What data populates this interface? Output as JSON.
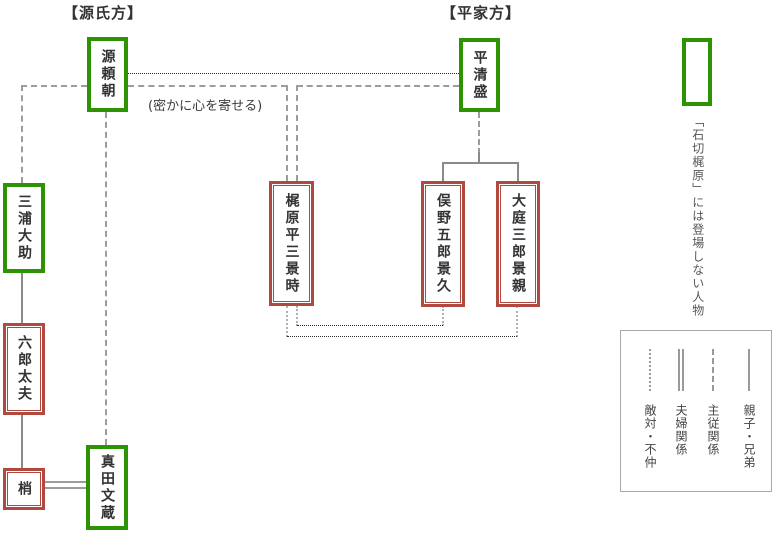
{
  "headings": {
    "genji": "【源氏方】",
    "heike": "【平家方】"
  },
  "people": {
    "yoritomo": {
      "name": "源頼朝",
      "side": "源氏方",
      "box_style": "green"
    },
    "kiyomori": {
      "name": "平清盛",
      "side": "平家方",
      "box_style": "green"
    },
    "kajiwara": {
      "name": "梶原平三景時",
      "side": "平家方",
      "box_style": "red"
    },
    "matano": {
      "name": "俣野五郎景久",
      "side": "平家方",
      "box_style": "red"
    },
    "oba": {
      "name": "大庭三郎景親",
      "side": "平家方",
      "box_style": "red"
    },
    "miura": {
      "name": "三浦大助",
      "side": "源氏方",
      "box_style": "green"
    },
    "rokuro": {
      "name": "六郎太夫",
      "side": "源氏方",
      "box_style": "red"
    },
    "kozue": {
      "name": "梢",
      "side": "源氏方",
      "box_style": "red"
    },
    "sanada": {
      "name": "真田文蔵",
      "side": "源氏方",
      "box_style": "green"
    }
  },
  "notes": {
    "secret": "(密かに心を寄せる)",
    "green_box_meaning": "「石切梶原」には登場しない人物"
  },
  "legend": {
    "items": [
      {
        "label": "敵対・不仲",
        "line_style": "dotted"
      },
      {
        "label": "夫婦関係",
        "line_style": "double"
      },
      {
        "label": "主従関係",
        "line_style": "dashed"
      },
      {
        "label": "親子・兄弟",
        "line_style": "solid"
      }
    ]
  },
  "relationships": [
    {
      "from": "源頼朝",
      "to": "平清盛",
      "type": "敵対・不仲"
    },
    {
      "from": "源頼朝",
      "to": "梶原平三景時",
      "type": "主従関係",
      "note": "(密かに心を寄せる)"
    },
    {
      "from": "平清盛",
      "to": "梶原平三景時",
      "type": "主従関係"
    },
    {
      "from": "平清盛",
      "to": "俣野五郎景久",
      "type": "主従関係"
    },
    {
      "from": "平清盛",
      "to": "大庭三郎景親",
      "type": "主従関係"
    },
    {
      "from": "俣野五郎景久",
      "to": "大庭三郎景親",
      "type": "親子・兄弟"
    },
    {
      "from": "源頼朝",
      "to": "三浦大助",
      "type": "主従関係"
    },
    {
      "from": "源頼朝",
      "to": "真田文蔵",
      "type": "主従関係"
    },
    {
      "from": "三浦大助",
      "to": "六郎太夫",
      "type": "親子・兄弟"
    },
    {
      "from": "六郎太夫",
      "to": "梢",
      "type": "親子・兄弟"
    },
    {
      "from": "梢",
      "to": "真田文蔵",
      "type": "夫婦関係"
    },
    {
      "from": "梶原平三景時",
      "to": "俣野五郎景久",
      "type": "敵対・不仲"
    },
    {
      "from": "梶原平三景時",
      "to": "大庭三郎景親",
      "type": "敵対・不仲"
    }
  ],
  "colors": {
    "green_border": "#2e9303",
    "red_border": "#b04a40",
    "text": "#333333",
    "line_gray": "#9c9c9c",
    "line_solid": "#8a8a8a",
    "line_dark": "#2b2b2b",
    "line_lightgray": "#b0b0b0"
  }
}
